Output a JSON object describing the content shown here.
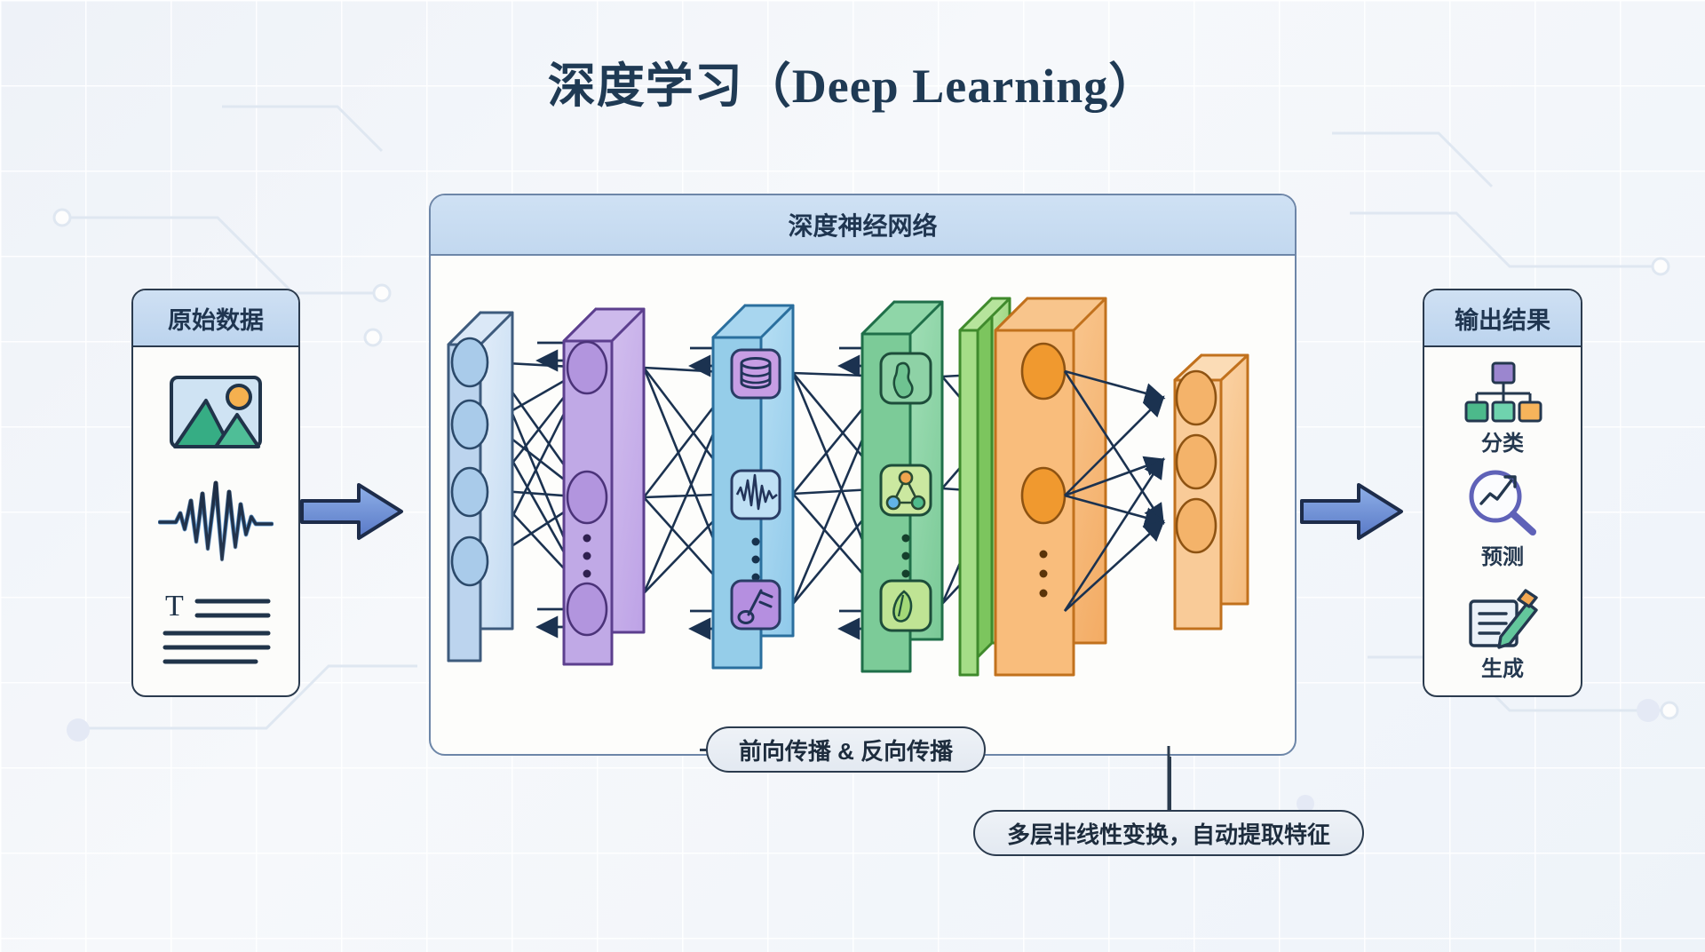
{
  "title": "深度学习（Deep Learning）",
  "raw_data": {
    "header": "原始数据",
    "icons": [
      "image-icon",
      "waveform-icon",
      "text-lines-icon"
    ]
  },
  "network": {
    "header": "深度神经网络",
    "layers": [
      {
        "index": 0,
        "color": "#d6e4f5",
        "edge": "#9dbce0",
        "node_kind": "ellipse",
        "node_fill": "#b9d3ee",
        "nodes": 4,
        "dots": false
      },
      {
        "index": 1,
        "color": "#cbb6e8",
        "edge": "#a383d4",
        "node_kind": "ellipse",
        "node_fill": "#b69ae0",
        "nodes": 2,
        "dots": true
      },
      {
        "index": 2,
        "color": "#a8d6ef",
        "edge": "#5aa6d8",
        "node_kind": "icon",
        "icons": [
          "database-icon",
          "waveform-icon",
          "music-note-icon"
        ],
        "dots": true
      },
      {
        "index": 3,
        "color": "#8fd6a8",
        "edge": "#3da36c",
        "node_kind": "icon",
        "icons": [
          "blob-shape-icon",
          "graph-nodes-icon",
          "leaf-shape-icon"
        ],
        "dots": true
      },
      {
        "index": 4,
        "color": "#9ed98a",
        "edge": "#5aab43",
        "node_kind": "slab",
        "nodes": 0,
        "dots": false
      },
      {
        "index": 5,
        "color": "#f6c184",
        "edge": "#e08a2e",
        "node_kind": "ellipse",
        "node_fill": "#f2a košice",
        "nodes": 2,
        "dots": true
      },
      {
        "index": 6,
        "color": "#f8cf9b",
        "edge": "#e09a4a",
        "node_kind": "ellipse",
        "node_fill": "#f4b36a",
        "nodes": 3,
        "dots": false
      }
    ]
  },
  "labels": {
    "propagation": "前向传播 & 反向传播",
    "note": "多层非线性变换，自动提取特征"
  },
  "output": {
    "header": "输出结果",
    "items": [
      {
        "icon": "hierarchy-icon",
        "label": "分类"
      },
      {
        "icon": "magnifier-trend-icon",
        "label": "预测"
      },
      {
        "icon": "document-pencil-icon",
        "label": "生成"
      }
    ]
  },
  "arrows": {
    "input_to_net": "arrow-right-icon",
    "net_to_output": "arrow-right-icon"
  },
  "colors": {
    "title": "#1f3a54",
    "card_header": "#cfe0f3",
    "outline": "#2b3b4e",
    "arrow_fill": "#6f94d9",
    "background": "#f3f6fa"
  }
}
